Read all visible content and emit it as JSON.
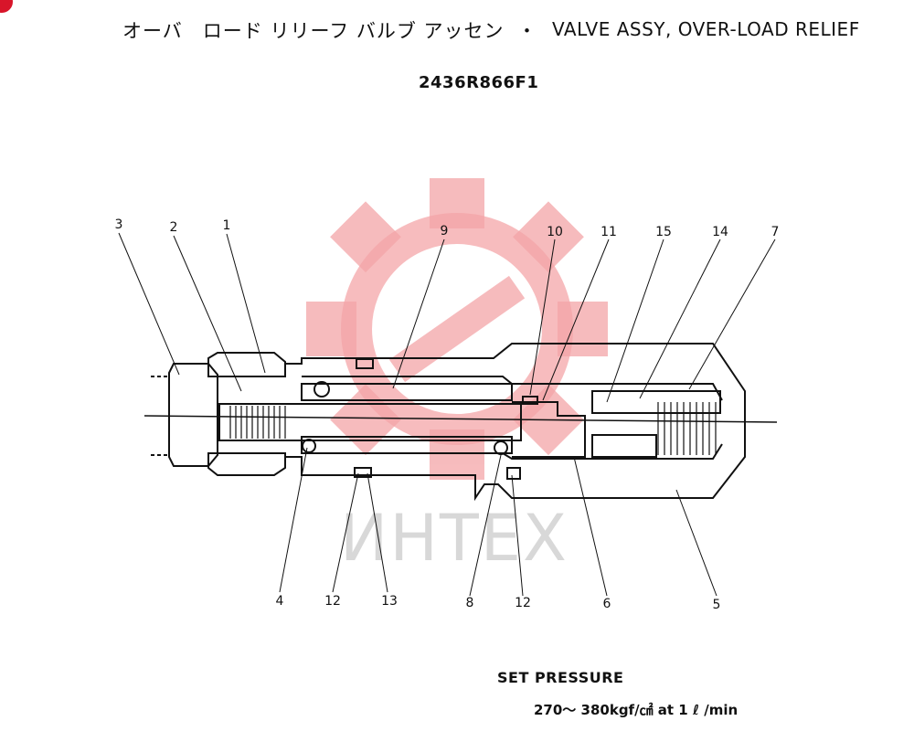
{
  "header": {
    "title_jp": "オーバ　ロード リリーフ バルブ アッセン",
    "title_separator": "・",
    "title_en": "VALVE ASSY, OVER-LOAD RELIEF",
    "part_number": "2436R866F1"
  },
  "watermark": {
    "text": "ИНТЕХ",
    "color": "#f4a5a8"
  },
  "callouts": [
    {
      "id": "c3",
      "label": "3"
    },
    {
      "id": "c2",
      "label": "2"
    },
    {
      "id": "c1",
      "label": "1"
    },
    {
      "id": "c9",
      "label": "9"
    },
    {
      "id": "c10",
      "label": "10"
    },
    {
      "id": "c11",
      "label": "11"
    },
    {
      "id": "c15",
      "label": "15"
    },
    {
      "id": "c14",
      "label": "14"
    },
    {
      "id": "c7",
      "label": "7"
    },
    {
      "id": "c4",
      "label": "4"
    },
    {
      "id": "c12a",
      "label": "12"
    },
    {
      "id": "c13",
      "label": "13"
    },
    {
      "id": "c8",
      "label": "8"
    },
    {
      "id": "c12b",
      "label": "12"
    },
    {
      "id": "c6",
      "label": "6"
    },
    {
      "id": "c5",
      "label": "5"
    }
  ],
  "set_pressure": {
    "label": "SET PRESSURE",
    "value": "270～ 380kgf/㎠  at   1 ℓ /min"
  }
}
